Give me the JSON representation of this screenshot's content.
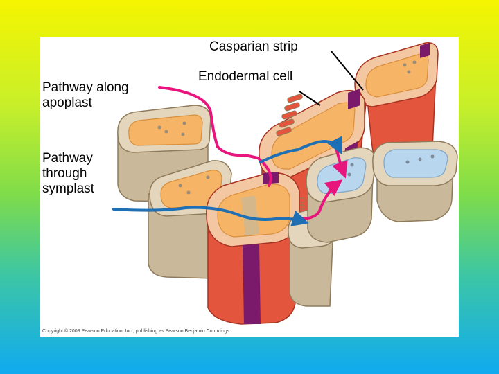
{
  "labels": {
    "casparian_strip": "Casparian strip",
    "endodermal_cell": "Endodermal cell",
    "apoplast_pathway": "Pathway along\napoplast",
    "symplast_pathway": "Pathway\nthrough\nsymplast"
  },
  "copyright": "Copyright © 2008 Pearson Education, Inc., publishing as Pearson Benjamin Cummings.",
  "colors": {
    "apoplast_arrow": "#e8157d",
    "symplast_arrow": "#1f6fb4",
    "casparian_strip": "#7b1a6a",
    "cell_wall": "#c9b89a",
    "cytoplasm": "#f6b466",
    "endodermal_wall": "#e3553d",
    "vascular_cell": "#b8d6ee"
  }
}
